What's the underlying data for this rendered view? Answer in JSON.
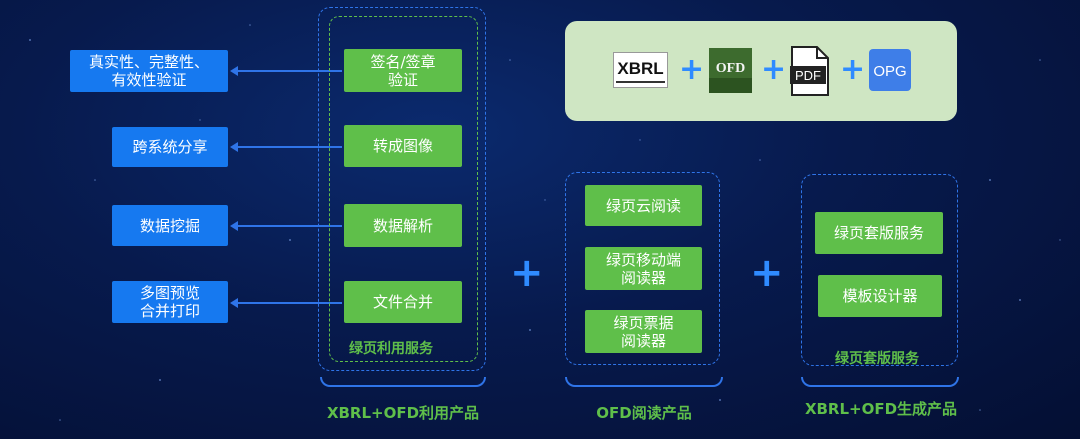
{
  "left_features": [
    {
      "line1": "真实性、完整性、",
      "line2": "有效性验证"
    },
    {
      "line1": "跨系统分享",
      "line2": ""
    },
    {
      "line1": "数据挖掘",
      "line2": ""
    },
    {
      "line1": "多图预览",
      "line2": "合并打印"
    }
  ],
  "utilization": {
    "buttons": [
      {
        "line1": "签名/签章",
        "line2": "验证"
      },
      {
        "line1": "转成图像",
        "line2": ""
      },
      {
        "line1": "数据解析",
        "line2": ""
      },
      {
        "line1": "文件合并",
        "line2": ""
      }
    ],
    "service_label": "绿页利用服务",
    "product_label": "XBRL+OFD利用产品"
  },
  "formats": {
    "items": [
      "XBRL",
      "OFD",
      "PDF",
      "OPG"
    ],
    "plus": "+"
  },
  "reader": {
    "buttons": [
      {
        "line1": "绿页云阅读",
        "line2": ""
      },
      {
        "line1": "绿页移动端",
        "line2": "阅读器"
      },
      {
        "line1": "绿页票据",
        "line2": "阅读器"
      }
    ],
    "product_label": "OFD阅读产品"
  },
  "generation": {
    "buttons": [
      {
        "line1": "绿页套版服务",
        "line2": ""
      },
      {
        "line1": "模板设计器",
        "line2": ""
      }
    ],
    "service_label": "绿页套版服务",
    "product_label": "XBRL+OFD生成产品"
  },
  "connectors": {
    "plus": "+"
  },
  "colors": {
    "blue": "#1679f0",
    "green": "#5fbf4a",
    "dash_blue": "#2f74e8",
    "panel": "#cfe6c3"
  }
}
